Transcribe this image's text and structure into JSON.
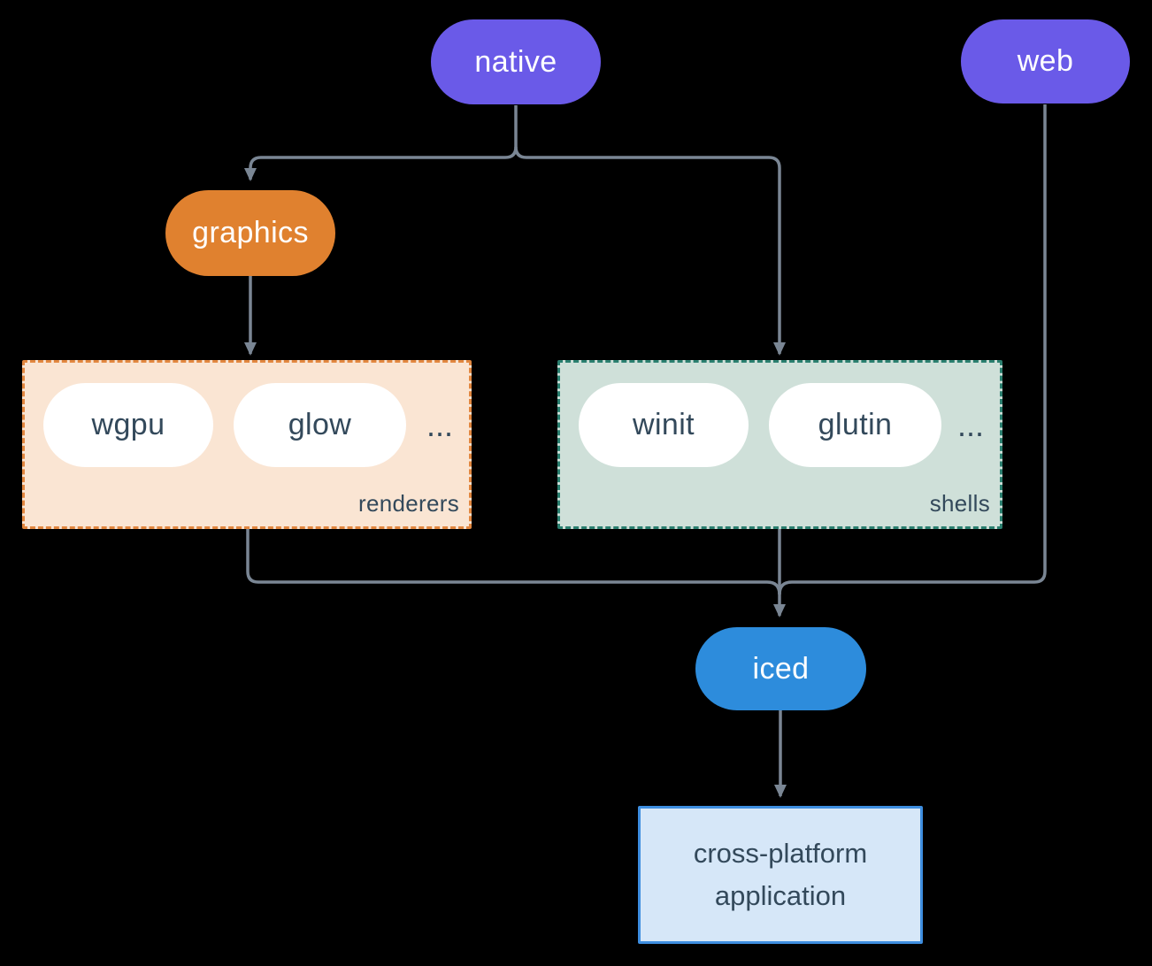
{
  "colors": {
    "background": "#000000",
    "connector": "#7a8694",
    "node_purple": "#6a5ae8",
    "node_orange": "#e0812f",
    "node_blue": "#2d8cdc",
    "pill_bg": "#ffffff",
    "text_light": "#ffffff",
    "text_dark": "#33495b",
    "renderers_bg": "#fae5d3",
    "renderers_border": "#e2873f",
    "shells_bg": "#cfe0d9",
    "shells_border": "#2a7f6f",
    "app_bg": "#d6e7f8",
    "app_border": "#3e8ee0"
  },
  "diagram": {
    "nodes": {
      "native": {
        "label": "native"
      },
      "web": {
        "label": "web"
      },
      "graphics": {
        "label": "graphics"
      },
      "iced": {
        "label": "iced"
      },
      "application": {
        "label": "cross-platform application"
      }
    },
    "groups": {
      "renderers": {
        "label": "renderers",
        "items": [
          "wgpu",
          "glow"
        ],
        "ellipsis": "..."
      },
      "shells": {
        "label": "shells",
        "items": [
          "winit",
          "glutin"
        ],
        "ellipsis": "..."
      }
    }
  }
}
